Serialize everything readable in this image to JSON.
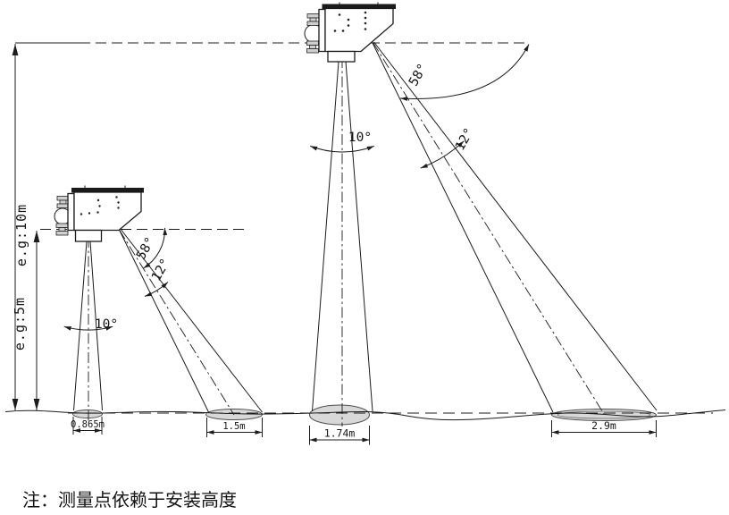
{
  "labels": {
    "left_sensor": {
      "height": "e.g:5m",
      "main_beam_angle": "10°",
      "side_beam_tilt": "58°",
      "side_beam_width": "12°",
      "main_spot_width": "0.865m",
      "side_spot_width": "1.5m"
    },
    "right_sensor": {
      "height": "e.g:10m",
      "main_beam_angle": "10°",
      "side_beam_tilt": "58°",
      "side_beam_width": "12°",
      "main_spot_width": "1.74m",
      "side_spot_width": "2.9m"
    },
    "note": "注：测量点依赖于安装高度"
  }
}
